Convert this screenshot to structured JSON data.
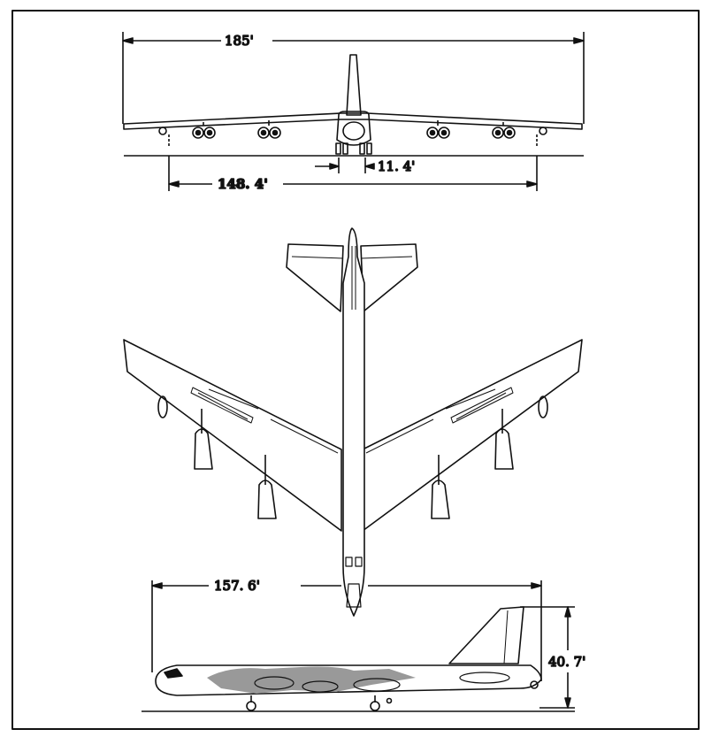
{
  "dimensions": {
    "wingspan": "185'",
    "outrigger_track": "148. 4'",
    "main_gear_track": "11. 4'",
    "length": "157. 6'",
    "height": "40. 7'"
  }
}
